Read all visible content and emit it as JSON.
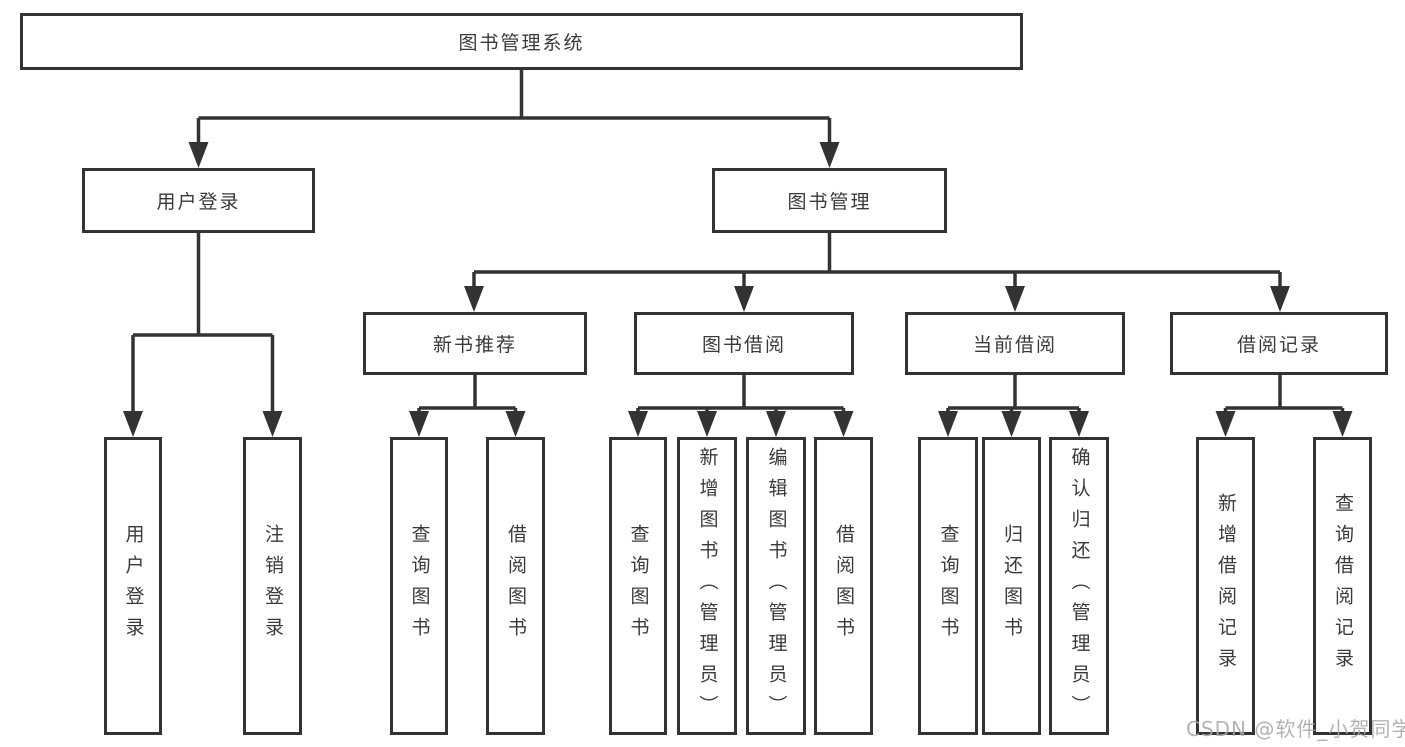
{
  "tree": {
    "root": {
      "label": "图书管理系统"
    },
    "branches": [
      {
        "label": "用户登录",
        "children": [
          "用户登录",
          "注销登录"
        ]
      },
      {
        "label": "图书管理",
        "groups": [
          {
            "label": "新书推荐",
            "children": [
              "查询图书",
              "借阅图书"
            ]
          },
          {
            "label": "图书借阅",
            "children": [
              "查询图书",
              "新增图书（管理员）",
              "编辑图书（管理员）",
              "借阅图书"
            ]
          },
          {
            "label": "当前借阅",
            "children": [
              "查询图书",
              "归还图书",
              "确认归还（管理员）"
            ]
          },
          {
            "label": "借阅记录",
            "children": [
              "新增借阅记录",
              "查询借阅记录"
            ]
          }
        ]
      }
    ]
  },
  "watermark": {
    "text": "CSDN @软件_小贺同学"
  },
  "colors": {
    "line": "#333333",
    "text": "#3a3a3a",
    "box_background": "#ffffff",
    "watermark": "#a8a8a8",
    "background": "#ffffff"
  }
}
